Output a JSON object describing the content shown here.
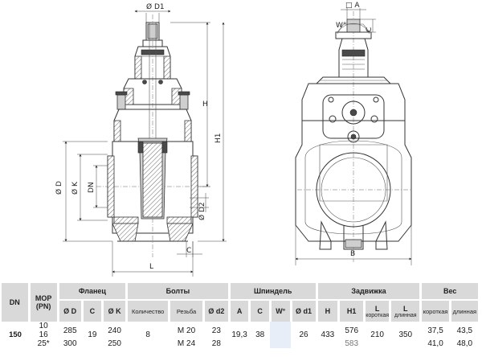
{
  "drawing": {
    "labels": {
      "d1": "Ø D1",
      "a": "□ A",
      "w": "W°",
      "c": "C",
      "h": "H",
      "h1": "H1",
      "od": "Ø D",
      "ok": "Ø K",
      "dn": "DN",
      "d2": "Ø D2",
      "c2": "C",
      "l": "L",
      "b": "B"
    }
  },
  "table": {
    "groups": {
      "dn": "DN",
      "mop": "MOP\n(PN)",
      "flange": "Фланец",
      "bolts": "Болты",
      "spindle": "Шпиндель",
      "valve": "Задвижка",
      "weight": "Вес"
    },
    "sub": {
      "od": "Ø D",
      "c": "C",
      "ok": "Ø K",
      "count": "Количество",
      "thread": "Резьба",
      "d2": "Ø d2",
      "a": "A",
      "sc": "C",
      "w": "W°",
      "d1": "Ø d1",
      "h": "H",
      "h1": "H1",
      "l_short": "L",
      "l_short_note": "короткая",
      "l_long": "L",
      "l_long_note": "длинная",
      "w_short": "короткая",
      "w_long": "длинная"
    },
    "rows": {
      "dn": "150",
      "r1_mop": "10",
      "r2_mop": "16",
      "r3_mop": "25*",
      "r12_d": "285",
      "r3_d": "300",
      "c": "19",
      "r12_k": "240",
      "r3_k": "250",
      "count": "8",
      "r12_thread": "M 20",
      "r3_thread": "M 24",
      "r12_d2": "23",
      "r3_d2": "28",
      "a": "19,3",
      "sc": "38",
      "d1": "26",
      "h": "433",
      "r12_h1": "576",
      "r3_h1": "583",
      "l_short": "210",
      "l_long": "350",
      "r12_w_short": "37,5",
      "r12_w_long": "43,5",
      "r3_w_short": "41,0",
      "r3_w_long": "48,0"
    }
  }
}
